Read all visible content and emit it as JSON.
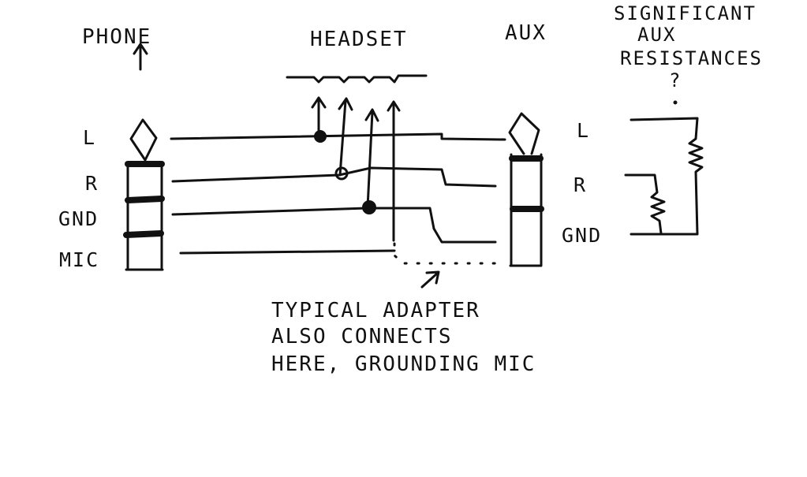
{
  "labels": {
    "phone": "PHONE",
    "headset": "HEADSET",
    "aux": "AUX",
    "significant_line1": "SIGNIFICANT",
    "significant_line2": "AUX",
    "significant_line3": "RESISTANCES",
    "significant_q": "?",
    "phone_pins": [
      "L",
      "R",
      "GND",
      "MIC"
    ],
    "aux_pins": [
      "L",
      "R",
      "GND"
    ],
    "note_line1": "TYPICAL ADAPTER",
    "note_line2": "ALSO CONNECTS",
    "note_line3": "HERE, GROUNDING MIC"
  },
  "icons": {
    "phone_plug": "trrs-plug-icon",
    "aux_plug": "trs-plug-icon",
    "resistor": "resistor-icon",
    "arrow": "arrow-up-icon"
  },
  "colors": {
    "ink": "#111111",
    "paper": "#ffffff"
  }
}
